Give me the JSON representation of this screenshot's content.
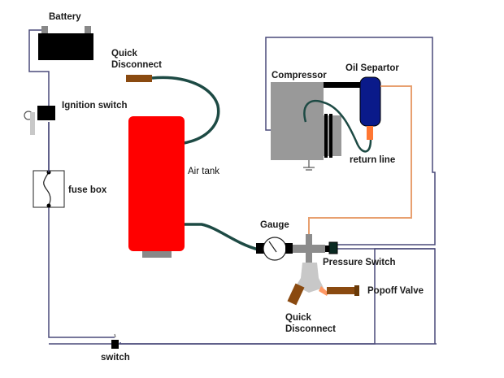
{
  "diagram": {
    "title": "Onboard air system wiring and plumbing diagram",
    "labels": {
      "battery": "Battery",
      "quick_disconnect_top_line1": "Quick",
      "quick_disconnect_top_line2": "Disconnect",
      "ignition_switch": "Ignition switch",
      "fuse_box": "fuse box",
      "air_tank": "Air tank",
      "compressor": "Compressor",
      "oil_separator": "Oil Separtor",
      "return_line": "return line",
      "gauge": "Gauge",
      "pressure_switch": "Pressure Switch",
      "popoff_valve": "Popoff Valve",
      "quick_disconnect_bottom_line1": "Quick",
      "quick_disconnect_bottom_line2": "Disconnect",
      "switch": "switch"
    },
    "colors": {
      "wire": "#4a4a7a",
      "air_hose": "#1d4a44",
      "oil_line": "#e8a070",
      "tank": "#ff0000",
      "separator": "#0a1a8a",
      "compressor": "#999999",
      "brass_fitting": "#8a4a10",
      "fitting_gray": "#8c8c8c",
      "black_part": "#000000"
    }
  }
}
